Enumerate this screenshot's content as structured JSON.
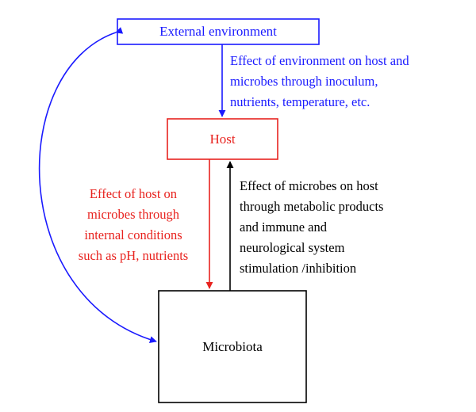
{
  "colors": {
    "environment": "#1a1aff",
    "host": "#e8231f",
    "microbes": "#000000"
  },
  "nodes": {
    "environment": "External environment",
    "host": "Host",
    "microbiota": "Microbiota"
  },
  "edges": {
    "environment_to_host": [
      "Effect of environment on host and",
      "microbes through inoculum,",
      "nutrients, temperature, etc."
    ],
    "host_to_microbes": [
      "Effect of host on",
      "microbes through",
      "internal conditions",
      "such as pH, nutrients"
    ],
    "microbes_to_host": [
      "Effect of microbes on host",
      "through metabolic products",
      "and immune and",
      "neurological system",
      "stimulation /inhibition"
    ]
  }
}
